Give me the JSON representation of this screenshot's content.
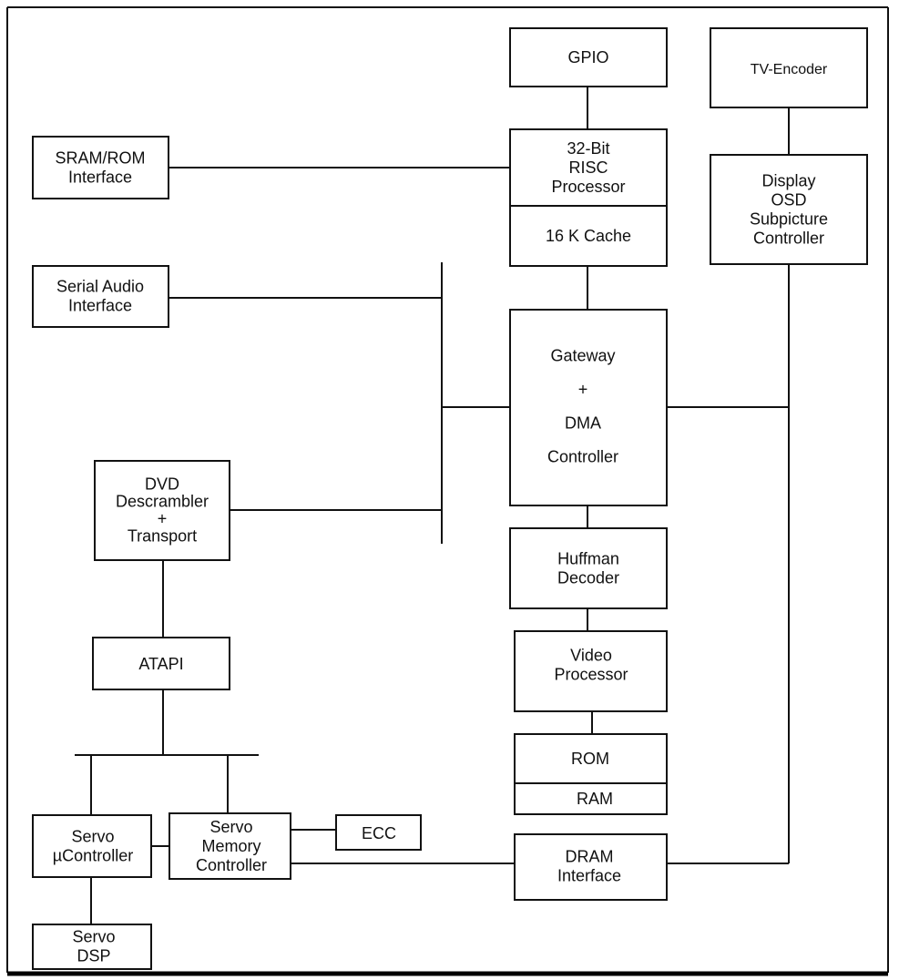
{
  "blocks": {
    "gpio": [
      "GPIO"
    ],
    "tv_encoder": [
      "TV-Encoder"
    ],
    "sram_rom": [
      "SRAM/ROM",
      "Interface"
    ],
    "risc": [
      "32-Bit",
      "RISC",
      "Processor"
    ],
    "cache": [
      "16 K Cache"
    ],
    "display": [
      "Display",
      "OSD",
      "Subpicture",
      "Controller"
    ],
    "serial_audio": [
      "Serial Audio",
      "Interface"
    ],
    "gateway": [
      "Gateway",
      "+",
      "DMA",
      "Controller"
    ],
    "dvd": [
      "DVD",
      "Descrambler",
      "+",
      "Transport"
    ],
    "huffman": [
      "Huffman",
      "Decoder"
    ],
    "atapi": [
      "ATAPI"
    ],
    "video": [
      "Video",
      "Processor"
    ],
    "rom": [
      "ROM"
    ],
    "ram": [
      "RAM"
    ],
    "servo_uc": [
      "Servo",
      "µController"
    ],
    "servo_mem": [
      "Servo",
      "Memory",
      "Controller"
    ],
    "ecc": [
      "ECC"
    ],
    "dram": [
      "DRAM",
      "Interface"
    ],
    "servo_dsp": [
      "Servo",
      "DSP"
    ]
  }
}
